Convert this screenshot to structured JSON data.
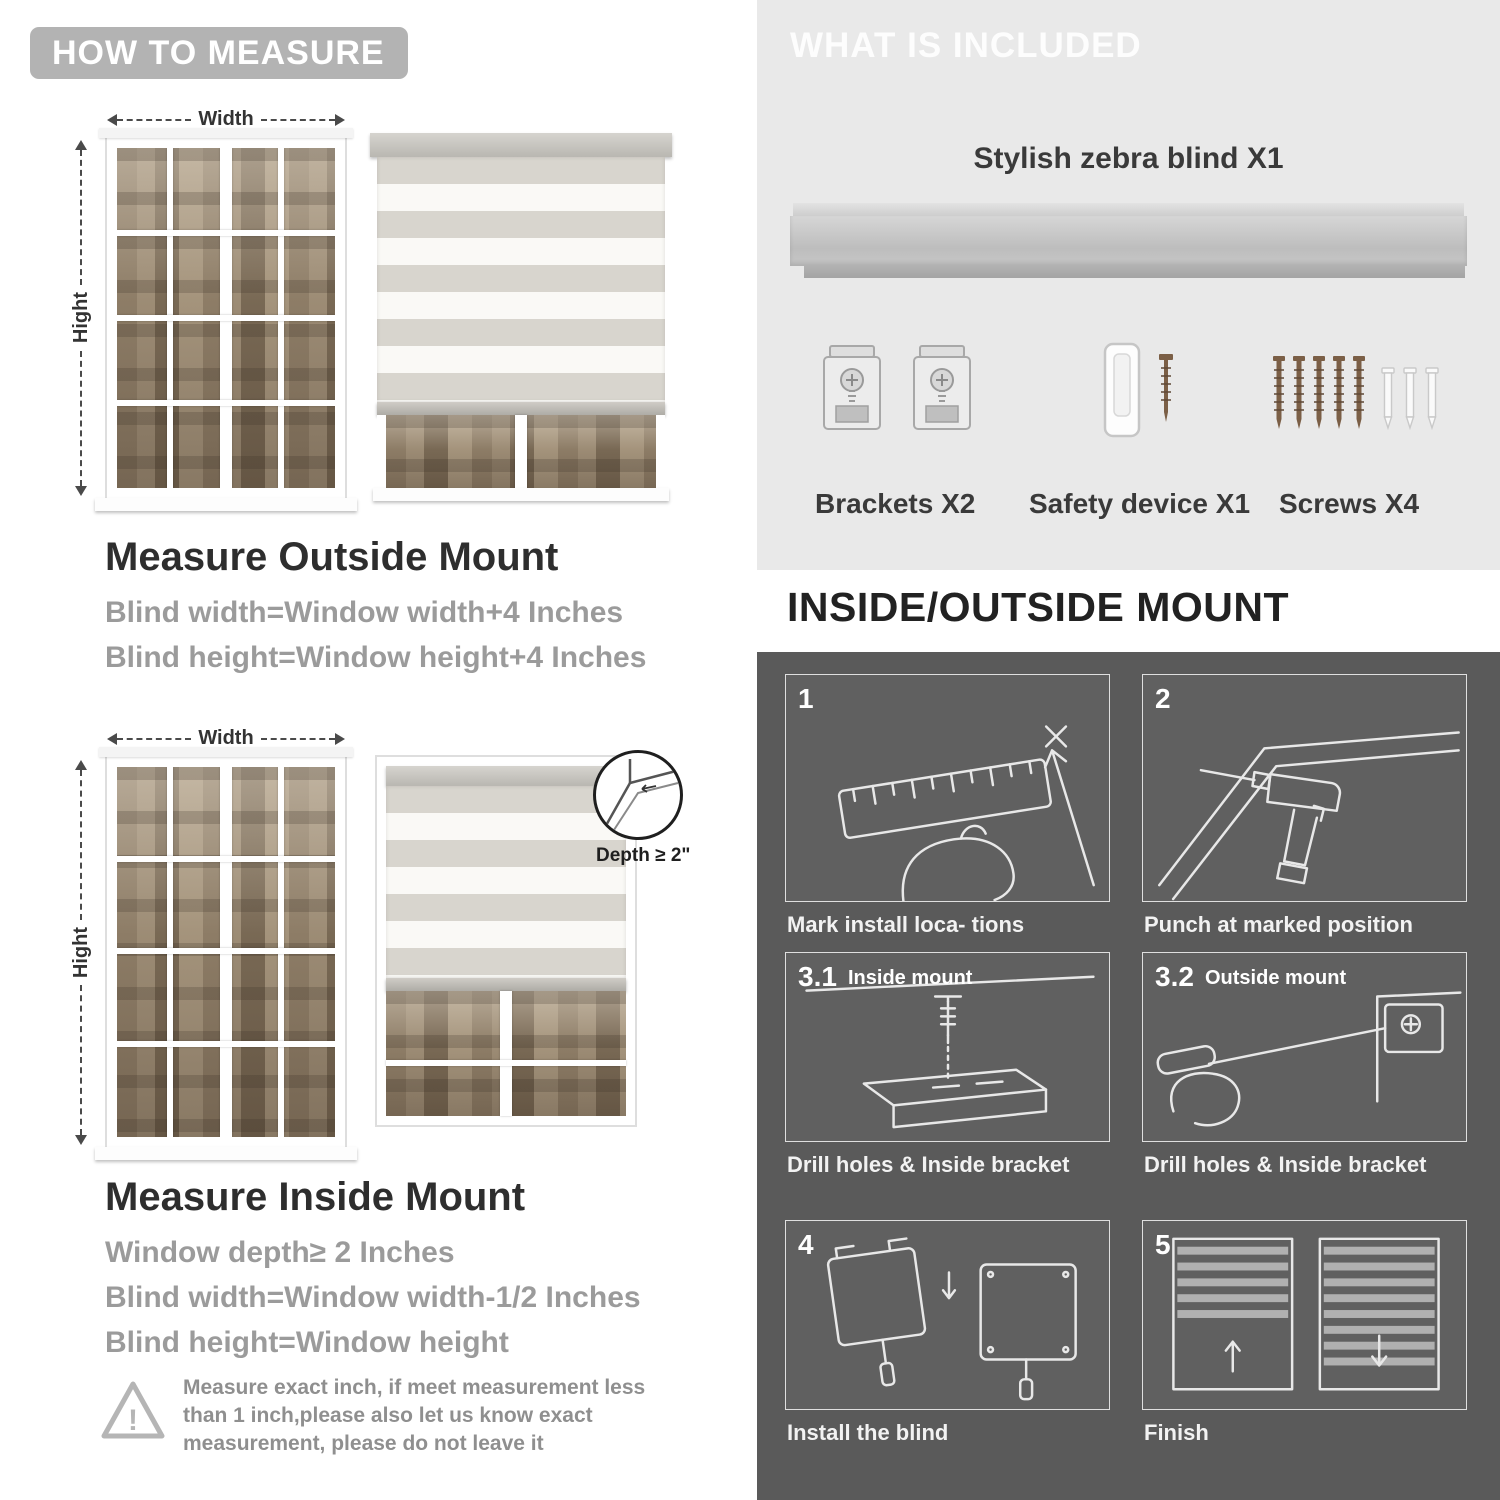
{
  "left": {
    "header_label": "HOW TO MEASURE",
    "outside_section": {
      "width_label": "Width",
      "height_label": "Hight",
      "title": "Measure Outside Mount",
      "rule1": "Blind width=Window width+4 Inches",
      "rule2": "Blind height=Window height+4 Inches"
    },
    "inside_section": {
      "width_label": "Width",
      "height_label": "Hight",
      "depth_label": "Depth ≥ 2\"",
      "title": "Measure Inside Mount",
      "rule1": "Window depth≥ 2 Inches",
      "rule2": "Blind width=Window width-1/2 Inches",
      "rule3": "Blind height=Window height"
    },
    "warning_glyph": "!",
    "note_line1": "Measure exact inch, if meet measurement less",
    "note_line2": "than 1 inch,please also let us know exact",
    "note_line3": "measurement, please do not leave it"
  },
  "right": {
    "included": {
      "header_label": "WHAT IS INCLUDED",
      "product_label": "Stylish zebra blind X1",
      "bracket_label": "Brackets X2",
      "safety_label": "Safety device X1",
      "screws_label": "Screws X4"
    },
    "mount": {
      "header_label": "INSIDE/OUTSIDE MOUNT",
      "steps": [
        {
          "num": "1",
          "caption": "Mark install loca- tions"
        },
        {
          "num": "2",
          "caption": "Punch at  marked position"
        },
        {
          "num": "3.1",
          "label": "Inside mount",
          "caption": "Drill holes &  Inside bracket"
        },
        {
          "num": "3.2",
          "label": "Outside mount",
          "caption": "Drill holes &  Inside bracket"
        },
        {
          "num": "4",
          "caption": "Install the blind"
        },
        {
          "num": "5",
          "caption": "Finish"
        }
      ]
    }
  },
  "colors": {
    "header_pill": "#b3b3b3",
    "panel_light": "#e9e9e9",
    "panel_dark": "#5a5a5a",
    "text_dark": "#2e2e2e",
    "text_gray": "#9b9b9b"
  }
}
